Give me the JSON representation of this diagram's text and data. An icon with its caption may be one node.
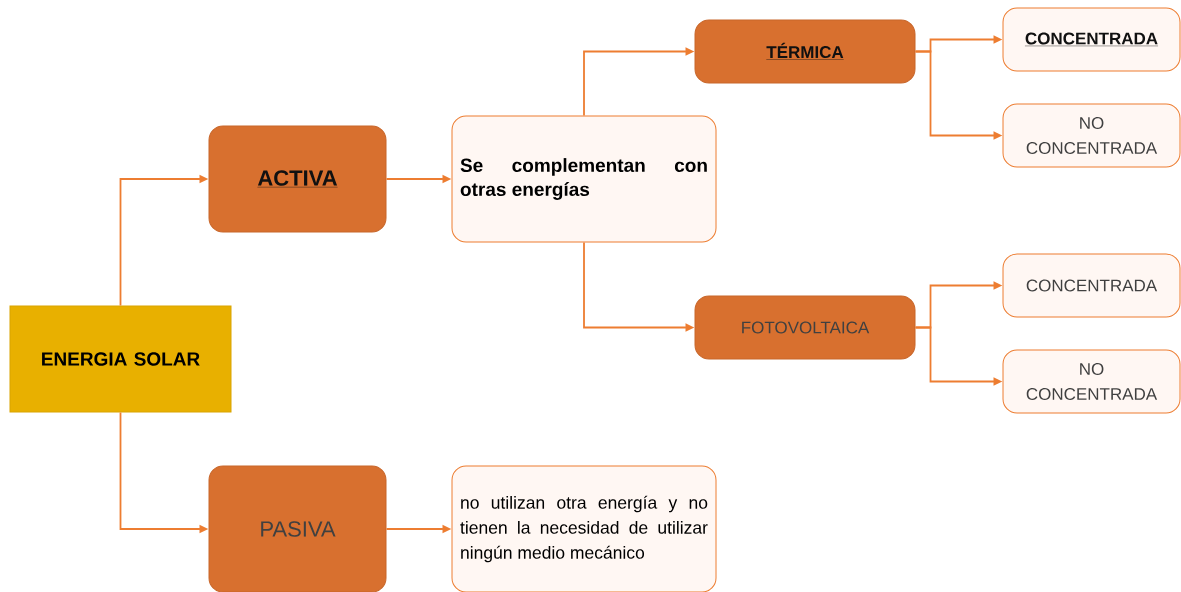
{
  "diagram": {
    "nodes": [
      {
        "text": [
          "ENERGIA SOLAR"
        ]
      },
      {
        "text": [
          "ACTIVA"
        ]
      },
      {
        "text": [
          "Se complementan con otras energías"
        ]
      },
      {
        "text": [
          "TÉRMICA"
        ]
      },
      {
        "text": [
          "CONCENTRADA"
        ]
      },
      {
        "text": [
          "NO CONCENTRADA"
        ]
      },
      {
        "text": [
          "FOTOVOLTAICA"
        ]
      },
      {
        "text": [
          "CONCENTRADA"
        ]
      },
      {
        "text": [
          "NO CONCENTRADA"
        ]
      },
      {
        "text": [
          "PASIVA"
        ]
      },
      {
        "text": [
          "no utilizan otra energía y no tienen la necesidad de utilizar ningún medio mecánico"
        ]
      }
    ],
    "edges": [
      {
        "from": 0,
        "to": 1,
        "arrow": "to"
      },
      {
        "from": 0,
        "to": 9,
        "arrow": "to"
      },
      {
        "from": 1,
        "to": 2,
        "arrow": "to"
      },
      {
        "from": 2,
        "to": 3,
        "arrow": "to"
      },
      {
        "from": 2,
        "to": 6,
        "arrow": "to"
      },
      {
        "from": 3,
        "to": 4,
        "arrow": "to"
      },
      {
        "from": 3,
        "to": 5,
        "arrow": "to"
      },
      {
        "from": 6,
        "to": 7,
        "arrow": "to"
      },
      {
        "from": 6,
        "to": 8,
        "arrow": "to"
      },
      {
        "from": 9,
        "to": 10,
        "arrow": "to"
      }
    ]
  }
}
